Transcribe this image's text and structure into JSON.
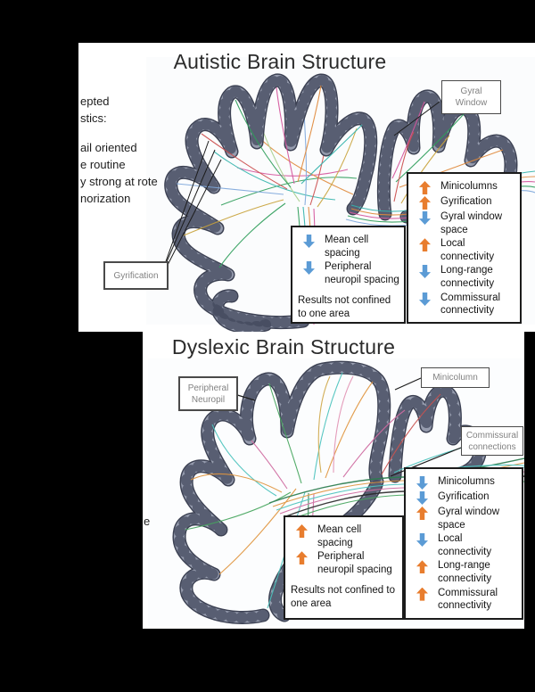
{
  "window": {
    "background": "#000000"
  },
  "colors": {
    "up_arrow": "#e87d2e",
    "down_arrow": "#5b9bd5",
    "cortex_ribbon": "#959bad",
    "cortex_outline": "#3d4254",
    "label_text": "#828282"
  },
  "autistic": {
    "title": "Autistic Brain Structure",
    "left_fragments": [
      "epted",
      "stics:",
      "ail oriented",
      "e routine",
      "y strong at rote",
      "norization"
    ],
    "gyrification_label": "Gyrification",
    "gyral_window_label": [
      "Gyral",
      "Window"
    ],
    "results_box": {
      "items": [
        {
          "dir": "down",
          "text": "Mean cell spacing"
        },
        {
          "dir": "down",
          "text": "Peripheral neuropil spacing"
        }
      ],
      "note": "Results not confined to one area"
    },
    "legend_box": {
      "items": [
        {
          "dir": "up",
          "text": "Minicolumns"
        },
        {
          "dir": "up",
          "text": "Gyrification"
        },
        {
          "dir": "down",
          "text": "Gyral window space"
        },
        {
          "dir": "up",
          "text": "Local connectivity"
        },
        {
          "dir": "down",
          "text": "Long-range connectivity"
        },
        {
          "dir": "down",
          "text": "Commissural connectivity"
        }
      ]
    }
  },
  "dyslexic": {
    "title": "Dyslexic Brain Structure",
    "left_fragments": [
      "e"
    ],
    "peripheral_neuropil_label": [
      "Peripheral",
      "Neuropil"
    ],
    "minicolumn_label": "Minicolumn",
    "commissural_label": [
      "Commissural",
      "connections"
    ],
    "results_box": {
      "items": [
        {
          "dir": "up",
          "text": "Mean cell spacing"
        },
        {
          "dir": "up",
          "text": "Peripheral neuropil spacing"
        }
      ],
      "note": "Results not confined to one area"
    },
    "legend_box": {
      "items": [
        {
          "dir": "down",
          "text": "Minicolumns"
        },
        {
          "dir": "down",
          "text": "Gyrification"
        },
        {
          "dir": "up",
          "text": "Gyral window space"
        },
        {
          "dir": "down",
          "text": "Local connectivity"
        },
        {
          "dir": "up",
          "text": "Long-range connectivity"
        },
        {
          "dir": "up",
          "text": "Commissural connectivity"
        }
      ]
    }
  }
}
